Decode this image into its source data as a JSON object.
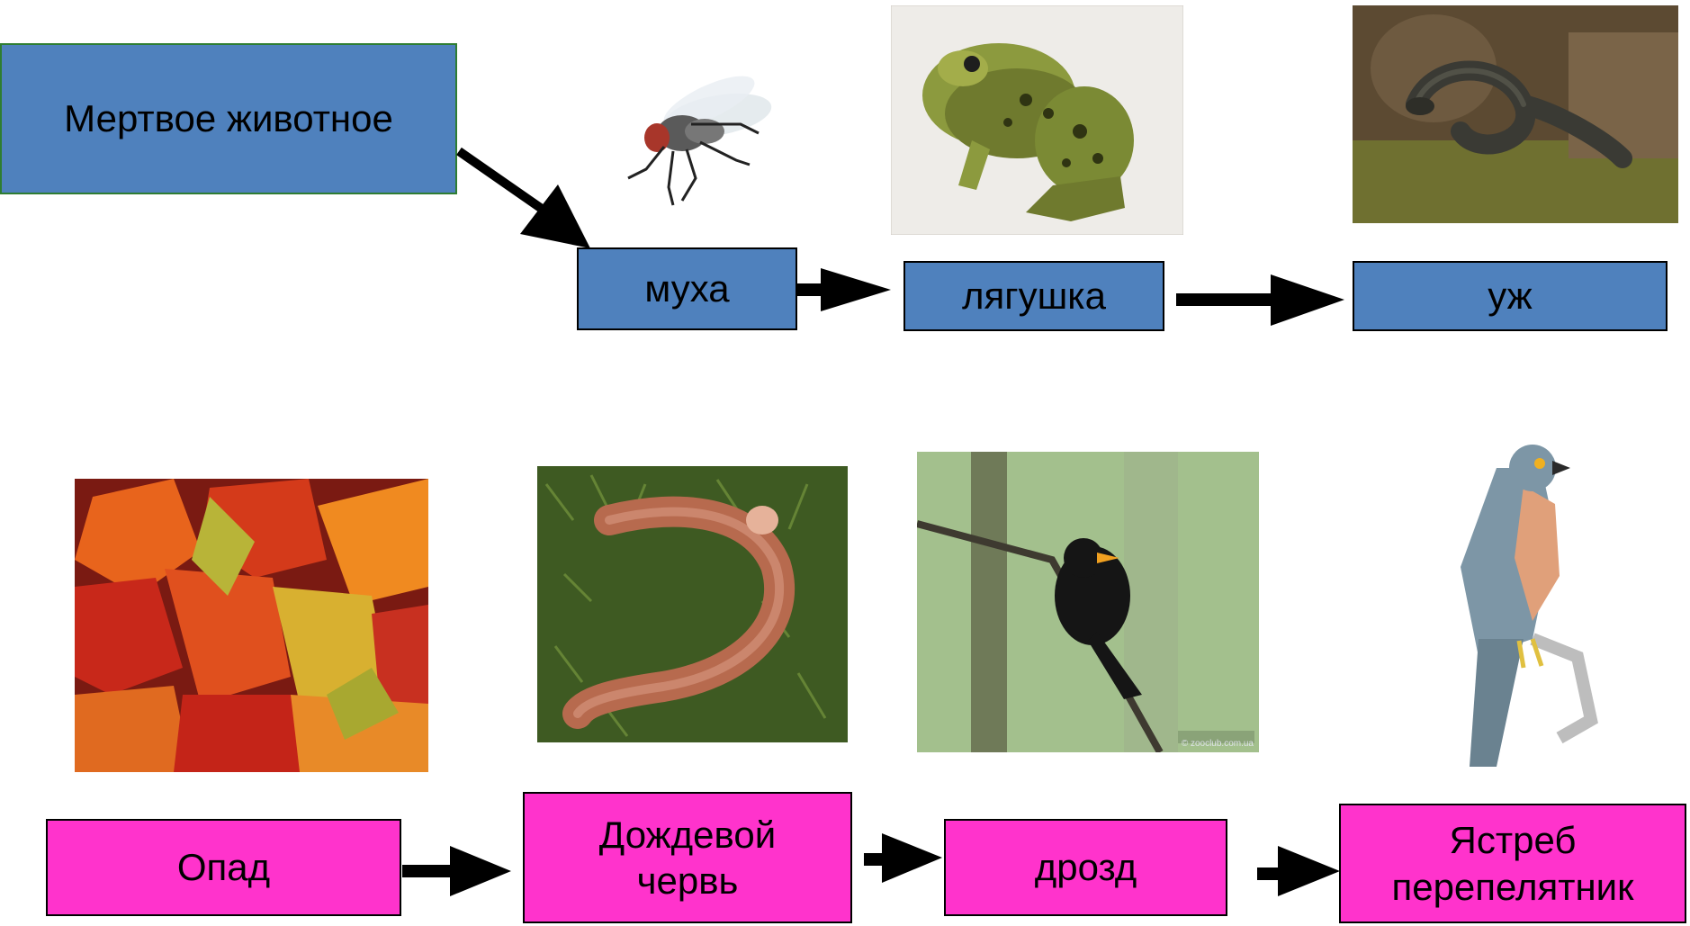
{
  "colors": {
    "blue_box": "#4f81bd",
    "pink_box": "#ff33cc",
    "arrow": "#000000"
  },
  "chain_top": {
    "start": "Мертвое животное",
    "items": [
      "муха",
      "лягушка",
      "уж"
    ]
  },
  "chain_bottom": {
    "items": [
      "Опад",
      "Дождевой\nчервь",
      "дрозд",
      "Ястреб\nперепелятник"
    ]
  },
  "images": {
    "top": [
      "fly-photo",
      "frog-photo",
      "grass-snake-photo"
    ],
    "bottom": [
      "leaf-litter-photo",
      "earthworm-photo",
      "thrush-photo",
      "sparrowhawk-illustration"
    ]
  },
  "watermark": "© zooclub.com.ua"
}
